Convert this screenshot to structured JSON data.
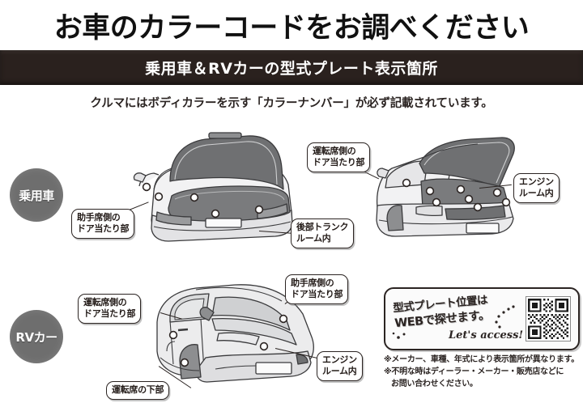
{
  "header": {
    "title": "お車のカラーコードをお調べください",
    "subtitle": "乗用車＆RVカーの型式プレート表示箇所",
    "lead": "クルマにはボディカラーを示す「カラーナンバー」が必ず記載されています。"
  },
  "colors": {
    "bar_background": "#2a211e",
    "badge_background": "#6e6e6e",
    "ink": "#231b18",
    "paper": "#ffffff",
    "car_body": "#e9e9ea",
    "car_shadow": "#8f9092",
    "car_dark": "#6f7072"
  },
  "badges": [
    {
      "id": "sedan",
      "label": "乗用車"
    },
    {
      "id": "rv",
      "label": "RVカー"
    }
  ],
  "sections": [
    {
      "id": "sedan",
      "badge": "乗用車",
      "callouts": [
        {
          "id": "passenger-door-jamb",
          "line1": "助手席側の",
          "line2": "ドア当たり部"
        },
        {
          "id": "rear-trunk-room",
          "line1": "後部トランク",
          "line2": "ルーム内"
        },
        {
          "id": "driver-door-jamb",
          "line1": "運転席側の",
          "line2": "ドア当たり部"
        },
        {
          "id": "engine-room",
          "line1": "エンジン",
          "line2": "ルーム内"
        }
      ]
    },
    {
      "id": "rv",
      "badge": "RVカー",
      "callouts": [
        {
          "id": "driver-door-jamb",
          "line1": "運転席側の",
          "line2": "ドア当たり部"
        },
        {
          "id": "passenger-door-jamb",
          "line1": "助手席側の",
          "line2": "ドア当たり部"
        },
        {
          "id": "engine-room",
          "line1": "エンジン",
          "line2": "ルーム内"
        },
        {
          "id": "under-driver-seat",
          "line1": "運転席の下部",
          "line2": ""
        }
      ]
    }
  ],
  "promo": {
    "line1": "型式プレート位置は",
    "line2": "WEBで探せます。",
    "access": "Let's access! »",
    "qr_label": "qr-code"
  },
  "notes": {
    "note1": "※メーカー、車種、年式により表示箇所が異なります。",
    "note2_line1": "※不明な時はディーラー・メーカー・販売店などに",
    "note2_line2": "お問い合わせください。"
  }
}
